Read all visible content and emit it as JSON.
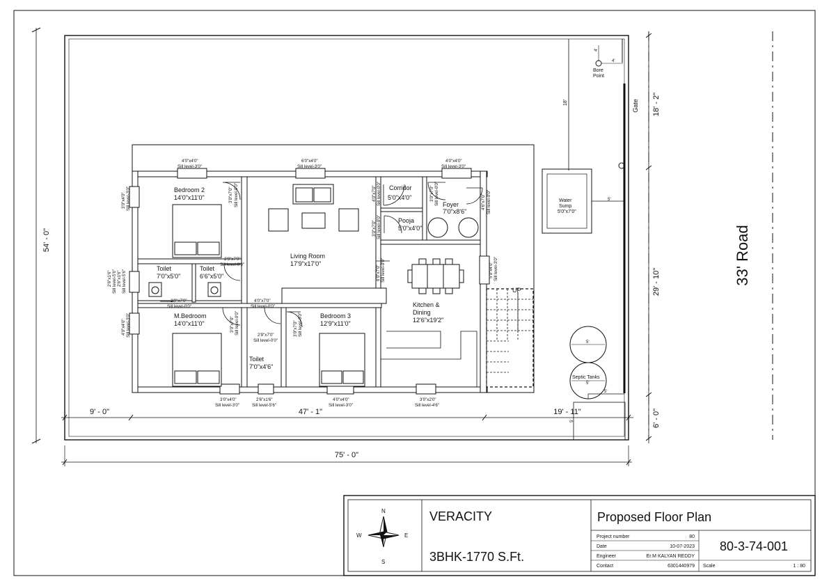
{
  "plot": {
    "road_label": "33' Road",
    "gate_label": "Gate",
    "bore_label": [
      "Bore",
      "Point"
    ],
    "bore_dims": [
      "4'",
      "4'"
    ],
    "dim_18": "18'",
    "dim_5": "5'",
    "sump_label": [
      "Water",
      "Sump",
      "5'0\"x7'0\""
    ],
    "septic_label": "Septic Tanks",
    "septic_dims": [
      "5'",
      "5'",
      "5'",
      "5'"
    ],
    "stair_label": "UP"
  },
  "dimensions": {
    "overall_width": "75' - 0\"",
    "overall_depth": "54' - 0\"",
    "left_setback": "9' - 0\"",
    "house_width": "47' - 1\"",
    "right_setback": "19' - 11\"",
    "front_top": "18' - 2\"",
    "front_mid": "29' - 10\"",
    "front_bottom": "6' - 0\""
  },
  "rooms": {
    "bedroom2": [
      "Bedroom 2",
      "14'0\"x11'0\""
    ],
    "living": [
      "Living Room",
      "17'9\"x17'0\""
    ],
    "corridor": [
      "Corridor",
      "5'0\"x4'0\""
    ],
    "pooja": [
      "Pooja",
      "5'0\"x4'0\""
    ],
    "foyer": [
      "Foyer",
      "7'0\"x8'6\""
    ],
    "toilet1": [
      "Toilet",
      "7'0\"x5'0\""
    ],
    "toilet2": [
      "Toilet",
      "6'6\"x5'0\""
    ],
    "kitchen": [
      "Kitchen &",
      "Dining",
      "12'6\"x19'2\""
    ],
    "mbed": [
      "M.Bedroom",
      "14'0\"x11'0\""
    ],
    "bedroom3": [
      "Bedroom 3",
      "12'9\"x11'0\""
    ],
    "toilet3": [
      "Toilet",
      "7'0\"x4'6\""
    ]
  },
  "openings": {
    "top_w1": [
      "4'0\"x4'0\"",
      "Sill level-3'0\""
    ],
    "top_w2": [
      "6'0\"x4'0\"",
      "Sill level-3'0\""
    ],
    "top_w3": [
      "4'0\"x4'0\"",
      "Sill level-3'0\""
    ],
    "left_w1": [
      "3'0\"x4'0\"",
      "Sill level-3'0\""
    ],
    "left_w2": [
      "2'6\"x1'6\"",
      "Sill level-5'6\"",
      "2'6\"x1'6\"",
      "Sill level-5'6\""
    ],
    "left_w3": [
      "4'0\"x4'0\"",
      "Sill level-3'0\""
    ],
    "d_bed2": [
      "3'0\"x7'0\"",
      "Sill level-0'0\""
    ],
    "d_toilet2": [
      "2'9\"x7'0\"",
      "Sill level-0'0\""
    ],
    "d_toilet1": [
      "2'9\"x7'0\"",
      "Sill level-0'0\""
    ],
    "d_living_s": [
      "4'0\"x7'0\"",
      "Sill level-0'0\""
    ],
    "d_corr_l": [
      "4'0\"x7'0\"",
      "Sill level-0'0\""
    ],
    "d_pooja": [
      "3'0\"x7'0\"",
      "Sill level-0'0\""
    ],
    "d_foyer_in": [
      "3'0\"x7'0\"",
      "Sill level-0'0\""
    ],
    "d_main": [
      "4'6\"x7'0\"",
      "Sill level-0'0\""
    ],
    "d_kitchen": [
      "6'0\"x7'0\"",
      "Sill level-0'0\""
    ],
    "w_kitchen_e": [
      "5'0\"x4'0\"",
      "Sill level-3'0\""
    ],
    "d_mbed": [
      "3'0\"x7'0\"",
      "Sill level-0'0\""
    ],
    "d_toilet3": [
      "2'9\"x7'0\"",
      "Sill level-0'0\""
    ],
    "d_bed3": [
      "3'0\"x7'0\"",
      "Sill level-0'0\""
    ],
    "bot_w1": [
      "3'0\"x4'0\"",
      "Sill level-3'0\""
    ],
    "bot_w2": [
      "2'6\"x1'6\"",
      "Sill level-5'6\""
    ],
    "bot_w3": [
      "4'0\"x4'0\"",
      "Sill level-3'0\""
    ],
    "bot_w4": [
      "3'0\"x2'0\"",
      "Sill level-4'6\""
    ]
  },
  "title_block": {
    "compass": [
      "N",
      "S",
      "E",
      "W"
    ],
    "company": "VERACITY",
    "subtitle": "3BHK-1770 S.Ft.",
    "sheet_title": "Proposed Floor Plan",
    "rows": [
      [
        "Project number",
        "80"
      ],
      [
        "Date",
        "10-07-2023"
      ],
      [
        "Engineer",
        "Er.M KALYAN REDDY"
      ],
      [
        "Contact",
        "6301440979"
      ]
    ],
    "sheet_number": "80-3-74-001",
    "scale_label": "Scale",
    "scale_value": "1 : 80"
  }
}
